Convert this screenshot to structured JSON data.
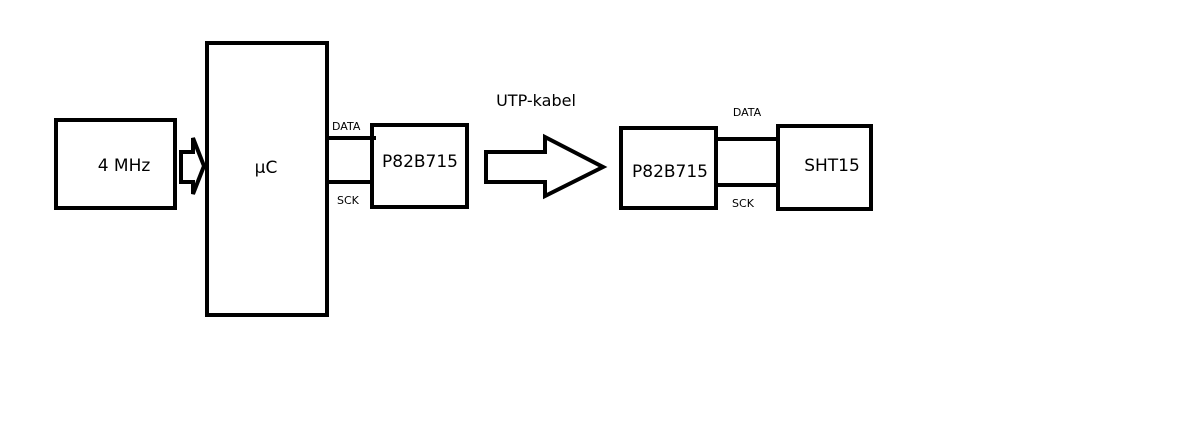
{
  "diagram": {
    "blocks": {
      "oscillator": {
        "label": "4 MHz"
      },
      "microcontroller": {
        "label": "µC"
      },
      "bus_extender_left": {
        "label": "P82B715"
      },
      "bus_extender_right": {
        "label": "P82B715"
      },
      "sensor": {
        "label": "SHT15"
      }
    },
    "connections": {
      "left_data": "DATA",
      "left_sck": "SCK",
      "right_data": "DATA",
      "right_sck": "SCK",
      "cable": "UTP-kabel"
    },
    "colors": {
      "stroke": "#000000",
      "background": "#ffffff"
    }
  }
}
